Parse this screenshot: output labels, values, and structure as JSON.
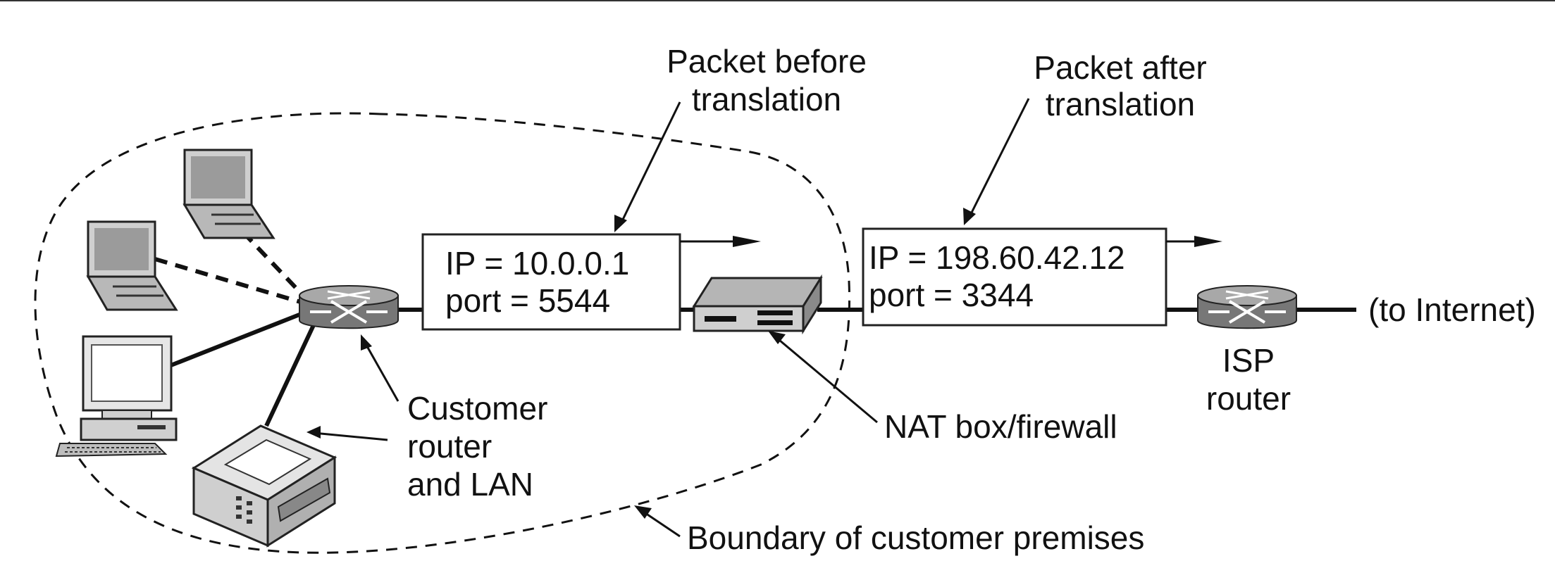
{
  "labels": {
    "packet_before": [
      "Packet before",
      "translation"
    ],
    "packet_after": [
      "Packet after",
      "translation"
    ],
    "box_before": [
      "IP = 10.0.0.1",
      "port = 5544"
    ],
    "box_after": [
      "IP = 198.60.42.12",
      "port = 3344"
    ],
    "to_internet": "(to Internet)",
    "isp_router": [
      "ISP",
      "router"
    ],
    "nat_box": "NAT box/firewall",
    "customer_router": [
      "Customer",
      "router",
      "and LAN"
    ],
    "boundary": "Boundary of customer premises"
  },
  "colors": {
    "line": "#111111",
    "device_fill": "#9a9a9a",
    "router_fill": "#7c7c7c"
  }
}
